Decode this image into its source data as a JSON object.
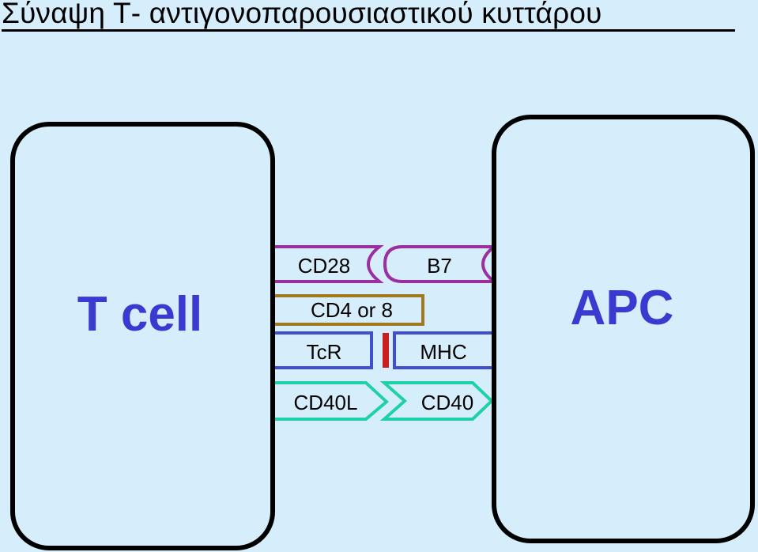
{
  "title": "Σύναψη Τ- αντιγονοπαρουσιαστικού κυττάρου",
  "cells": {
    "t_cell": "T cell",
    "apc": "APC"
  },
  "molecules": {
    "cd28": "CD28",
    "b7": "B7",
    "cd4_or_8": "CD4 or 8",
    "tcr": "TcR",
    "mhc": "MHC",
    "cd40l": "CD40L",
    "cd40": "CD40"
  },
  "colors": {
    "background": "#d6eefb",
    "cell_outline": "#000000",
    "cell_label": "#3a3ad0",
    "cd28_b7": "#9b2fa0",
    "cd4": "#a0781e",
    "tcr_mhc": "#3f4fd0",
    "antigen": "#c8201e",
    "cd40": "#1fd0a8"
  }
}
